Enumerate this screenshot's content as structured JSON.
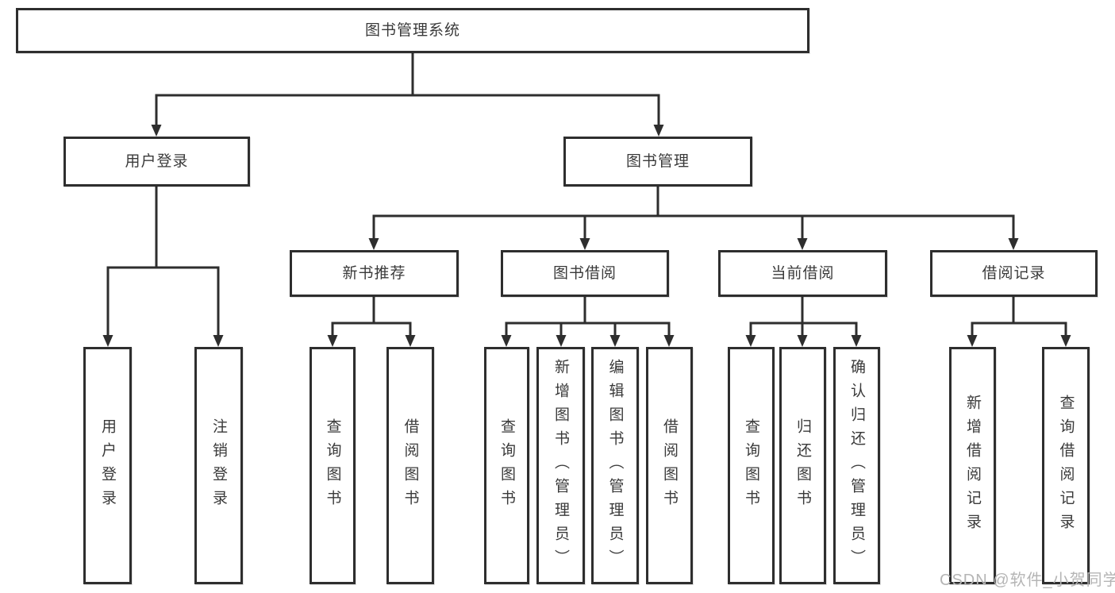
{
  "tree": {
    "root": {
      "label": "图书管理系统",
      "children": [
        {
          "label": "用户登录",
          "children": [
            {
              "label": "用户登录"
            },
            {
              "label": "注销登录"
            }
          ]
        },
        {
          "label": "图书管理",
          "children": [
            {
              "label": "新书推荐",
              "children": [
                {
                  "label": "查询图书"
                },
                {
                  "label": "借阅图书"
                }
              ]
            },
            {
              "label": "图书借阅",
              "children": [
                {
                  "label": "查询图书"
                },
                {
                  "label": "新增图书（管理员）"
                },
                {
                  "label": "编辑图书（管理员）"
                },
                {
                  "label": "借阅图书"
                }
              ]
            },
            {
              "label": "当前借阅",
              "children": [
                {
                  "label": "查询图书"
                },
                {
                  "label": "归还图书"
                },
                {
                  "label": "确认归还（管理员）"
                }
              ]
            },
            {
              "label": "借阅记录",
              "children": [
                {
                  "label": "新增借阅记录"
                },
                {
                  "label": "查询借阅记录"
                }
              ]
            }
          ]
        }
      ]
    }
  },
  "watermark": {
    "text": "CSDN @软件_小贺同学"
  },
  "colors": {
    "line": "#2e2e2e",
    "box_border": "#2e2e2e",
    "text": "#3a3a3a",
    "watermark": "#b5b5b5",
    "background": "#ffffff"
  }
}
